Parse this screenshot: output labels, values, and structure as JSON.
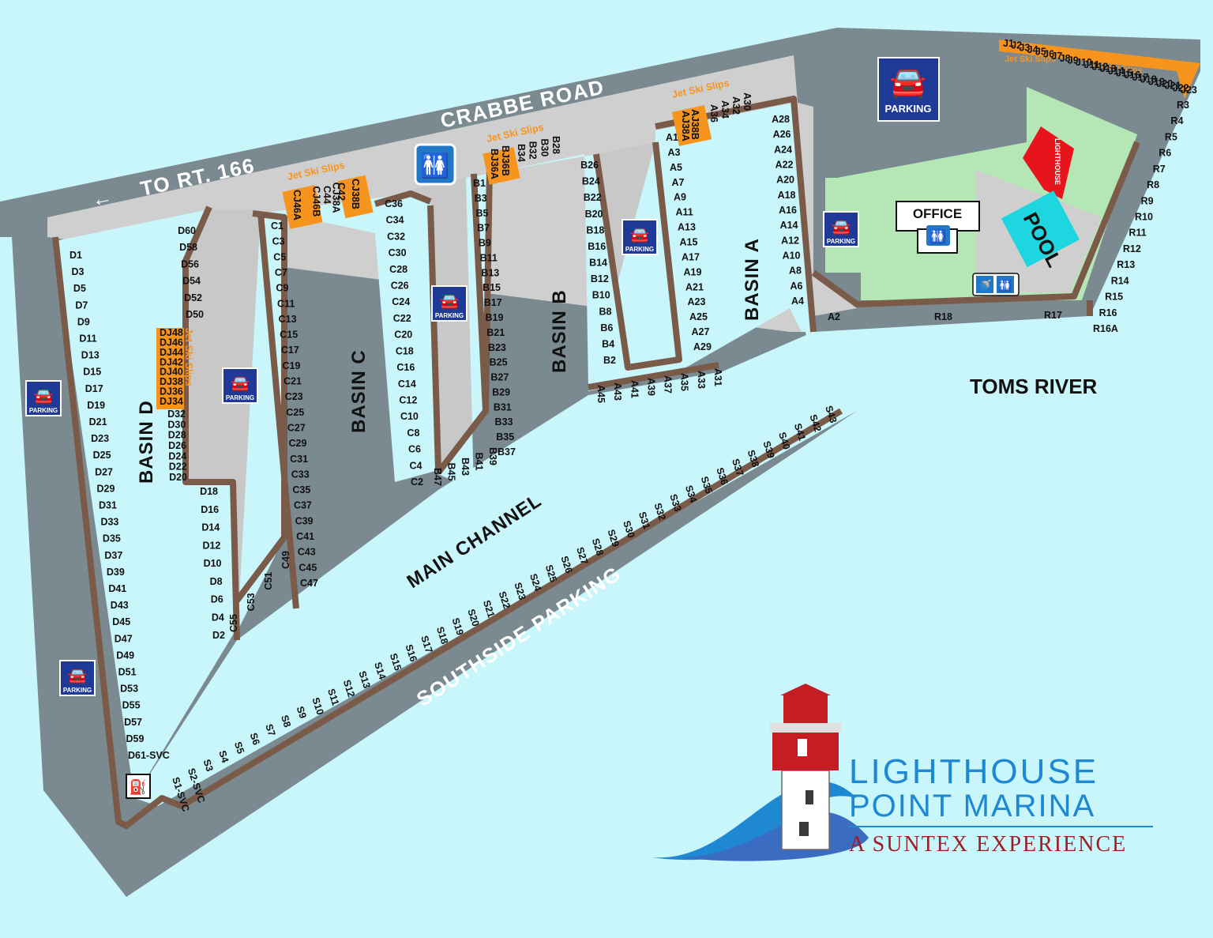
{
  "roads": {
    "crabbe": "CRABBE ROAD",
    "to_rt": "TO RT. 166",
    "southside": "SOUTHSIDE PARKING"
  },
  "water": {
    "main_channel": "MAIN CHANNEL",
    "toms_river": "TOMS RIVER"
  },
  "basins": {
    "a": "BASIN A",
    "b": "BASIN B",
    "c": "BASIN C",
    "d": "BASIN D"
  },
  "amenities": {
    "parking": "PARKING",
    "office": "OFFICE",
    "pool": "POOL",
    "lighthouse": "LIGHTHOUSE",
    "jet_ski": "Jet Ski Slips"
  },
  "slips": {
    "d_left": [
      "D1",
      "D3",
      "D5",
      "D7",
      "D9",
      "D11",
      "D13",
      "D15",
      "D17",
      "D19",
      "D21",
      "D23",
      "D25",
      "D27",
      "D29",
      "D31",
      "D33",
      "D35",
      "D37",
      "D39",
      "D41",
      "D43",
      "D45",
      "D47",
      "D49",
      "D51",
      "D53",
      "D55",
      "D57",
      "D59",
      "D61-SVC"
    ],
    "d_upper": [
      "D60",
      "D58",
      "D56",
      "D54",
      "D52",
      "D50"
    ],
    "d_mid": [
      "D32",
      "D30",
      "D28",
      "D26",
      "D24",
      "D22",
      "D20"
    ],
    "d_lower": [
      "D18",
      "D16",
      "D14",
      "D12",
      "D10",
      "D8",
      "D6",
      "D4",
      "D2"
    ],
    "dj": [
      "DJ48",
      "DJ46",
      "DJ44",
      "DJ42",
      "DJ40",
      "DJ38",
      "DJ36",
      "DJ34"
    ],
    "c_left": [
      "C1",
      "C3",
      "C5",
      "C7",
      "C9",
      "C11",
      "C13",
      "C15",
      "C17",
      "C19",
      "C21",
      "C23",
      "C25",
      "C27",
      "C29",
      "C31",
      "C33",
      "C35",
      "C37",
      "C39",
      "C41",
      "C43",
      "C45",
      "C47"
    ],
    "c_right": [
      "C36",
      "C34",
      "C32",
      "C30",
      "C28",
      "C26",
      "C24",
      "C22",
      "C20",
      "C18",
      "C16",
      "C14",
      "C12",
      "C10",
      "C8",
      "C6",
      "C4",
      "C2"
    ],
    "c_top": [
      "C44",
      "C42"
    ],
    "cj": [
      "CJ46A",
      "CJ46B",
      "CJ38A",
      "CJ38B"
    ],
    "c_bottom": [
      "C49",
      "C51",
      "C53",
      "C55"
    ],
    "b_left": [
      "B1",
      "B3",
      "B5",
      "B7",
      "B9",
      "B11",
      "B13",
      "B15",
      "B17",
      "B19",
      "B21",
      "B23",
      "B25",
      "B27",
      "B29",
      "B31",
      "B33",
      "B35",
      "B37"
    ],
    "b_right": [
      "B26",
      "B24",
      "B22",
      "B20",
      "B18",
      "B16",
      "B14",
      "B12",
      "B10",
      "B8",
      "B6",
      "B4",
      "B2"
    ],
    "b_top": [
      "B34",
      "B32",
      "B30",
      "B28"
    ],
    "bj": [
      "BJ36A",
      "BJ36B"
    ],
    "b_bottom": [
      "B39",
      "B41",
      "B43",
      "B45",
      "B47"
    ],
    "a_left": [
      "A1",
      "A3",
      "A5",
      "A7",
      "A9",
      "A11",
      "A13",
      "A15",
      "A17",
      "A19",
      "A21",
      "A23",
      "A25",
      "A27",
      "A29"
    ],
    "a_right": [
      "A28",
      "A26",
      "A24",
      "A22",
      "A20",
      "A18",
      "A16",
      "A14",
      "A12",
      "A10",
      "A8",
      "A6",
      "A4"
    ],
    "a_top": [
      "A36",
      "A34",
      "A32",
      "A30"
    ],
    "aj": [
      "AJ38A",
      "AJ38B"
    ],
    "a_bottom": [
      "A31",
      "A33",
      "A35",
      "A37",
      "A39",
      "A41",
      "A43",
      "A45"
    ],
    "a2": "A2",
    "s": [
      "S1-SVC",
      "S2-SVC",
      "S3",
      "S4",
      "S5",
      "S6",
      "S7",
      "S8",
      "S9",
      "S10",
      "S11",
      "S12",
      "S13",
      "S14",
      "S15",
      "S16",
      "S17",
      "S18",
      "S19",
      "S20",
      "S21",
      "S22",
      "S23",
      "S24",
      "S25",
      "S26",
      "S27",
      "S28",
      "S29",
      "S30",
      "S31",
      "S32",
      "S33",
      "S34",
      "S35",
      "S36",
      "S37",
      "S38",
      "S39",
      "S40",
      "S41",
      "S42",
      "S43"
    ],
    "r": [
      "R3",
      "R4",
      "R5",
      "R6",
      "R7",
      "R8",
      "R9",
      "R10",
      "R11",
      "R12",
      "R13",
      "R14",
      "R15",
      "R16",
      "R16A"
    ],
    "r_low": [
      "R17",
      "R18"
    ],
    "j": [
      "J1",
      "J2",
      "J3",
      "J4",
      "J5",
      "J6",
      "J7",
      "J8",
      "J9",
      "J10",
      "J11",
      "J12",
      "J13",
      "J14",
      "J15",
      "J16",
      "J17",
      "J18",
      "J19",
      "J20",
      "J21",
      "J22",
      "J23"
    ]
  },
  "logo": {
    "line1": "LIGHTHOUSE",
    "line2": "POINT MARINA",
    "line3": "A SUNTEX EXPERIENCE"
  },
  "colors": {
    "water": "#c9f6fb",
    "land": "#7a8a90",
    "lot": "#c8c8c8",
    "dock": "#7a5b4a",
    "jetski": "#f7941d",
    "parking": "#1e3a96",
    "grass": "#b5e6b5",
    "lighthouse": "#e8141c",
    "pool": "#1dd6e0"
  }
}
